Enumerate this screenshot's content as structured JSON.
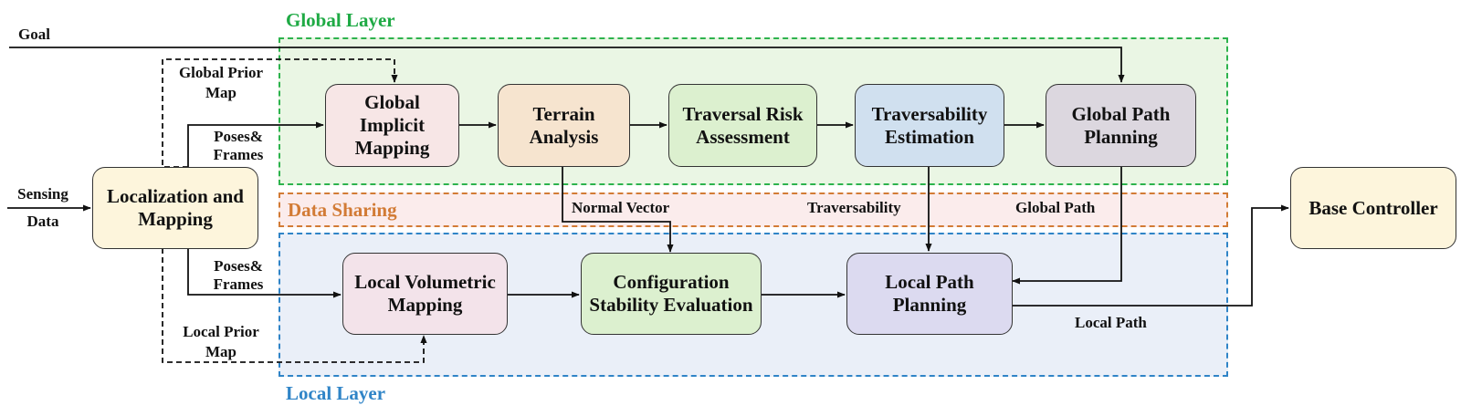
{
  "regions": {
    "global_layer": "Global Layer",
    "data_sharing": "Data Sharing",
    "local_layer": "Local Layer"
  },
  "nodes": {
    "localization": "Localization and Mapping",
    "base_controller": "Base Controller",
    "global_implicit": "Global Implicit Mapping",
    "terrain": "Terrain Analysis",
    "traversal_risk": "Traversal Risk Assessment",
    "traversability_est": "Traversability Estimation",
    "global_path": "Global Path Planning",
    "local_volumetric": "Local Volumetric Mapping",
    "config_stability": "Configuration Stability Evaluation",
    "local_path": "Local Path Planning"
  },
  "labels": {
    "goal": "Goal",
    "global_prior": "Global Prior Map",
    "poses_frames_top": "Poses& Frames",
    "sensing": "Sensing",
    "data": "Data",
    "poses_frames_bottom": "Poses& Frames",
    "local_prior": "Local Prior Map",
    "normal_vector": "Normal Vector",
    "traversability": "Traversability",
    "global_path_edge": "Global Path",
    "local_path_edge": "Local Path"
  },
  "colors": {
    "global_region_fill": "#eaf6e4",
    "global_region_border": "#2db34d",
    "share_region_fill": "#fbecec",
    "share_region_border": "#d27b35",
    "local_region_fill": "#eaeff8",
    "local_region_border": "#2f84c7",
    "yellow_node": "#fdf5dc",
    "global_implicit_node": "#f7e6e6",
    "terrain_node": "#f6e4cf",
    "risk_node": "#dcf0cf",
    "traversability_node": "#d0e0ef",
    "global_path_node": "#dcd7df",
    "local_volumetric_node": "#f3e3ea",
    "config_node": "#dcf0cf",
    "local_path_node": "#dcdaf0"
  }
}
